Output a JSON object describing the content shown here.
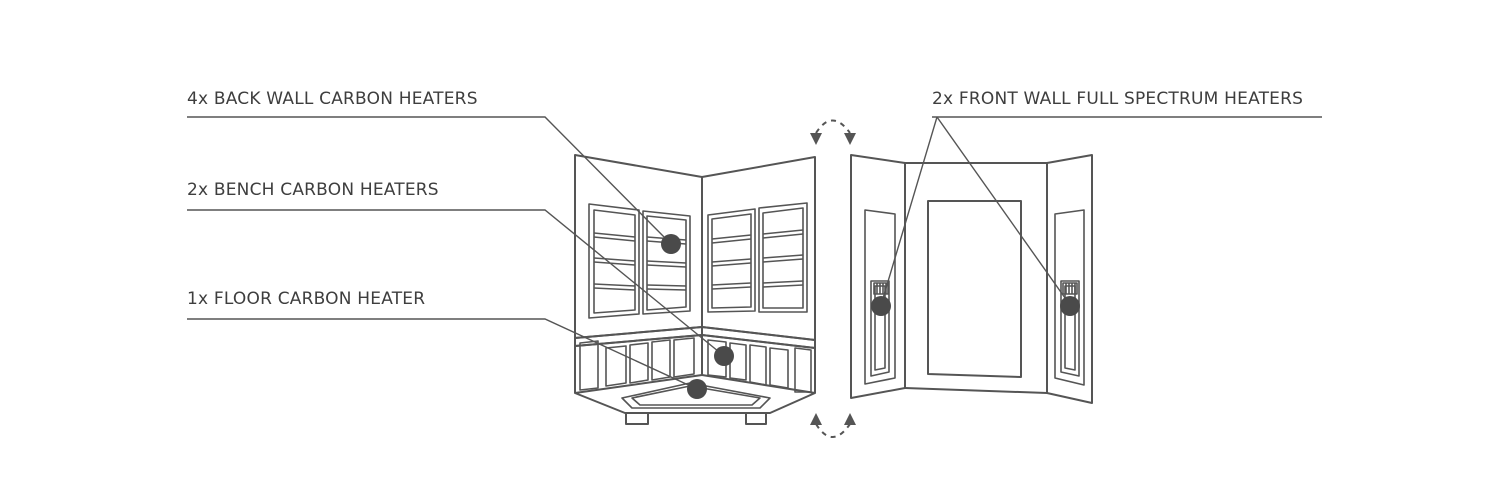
{
  "labels": {
    "back_wall": "4x BACK WALL CARBON HEATERS",
    "bench": "2x BENCH CARBON HEATERS",
    "floor": "1x FLOOR CARBON HEATER",
    "front_wall": "2x FRONT WALL FULL SPECTRUM HEATERS"
  },
  "colors": {
    "line": "#555555",
    "text": "#3e3e3e",
    "heater_dot": "#4a4a4a",
    "background": "#ffffff"
  },
  "icons": {
    "rotate": "rotate-arrows-icon"
  }
}
